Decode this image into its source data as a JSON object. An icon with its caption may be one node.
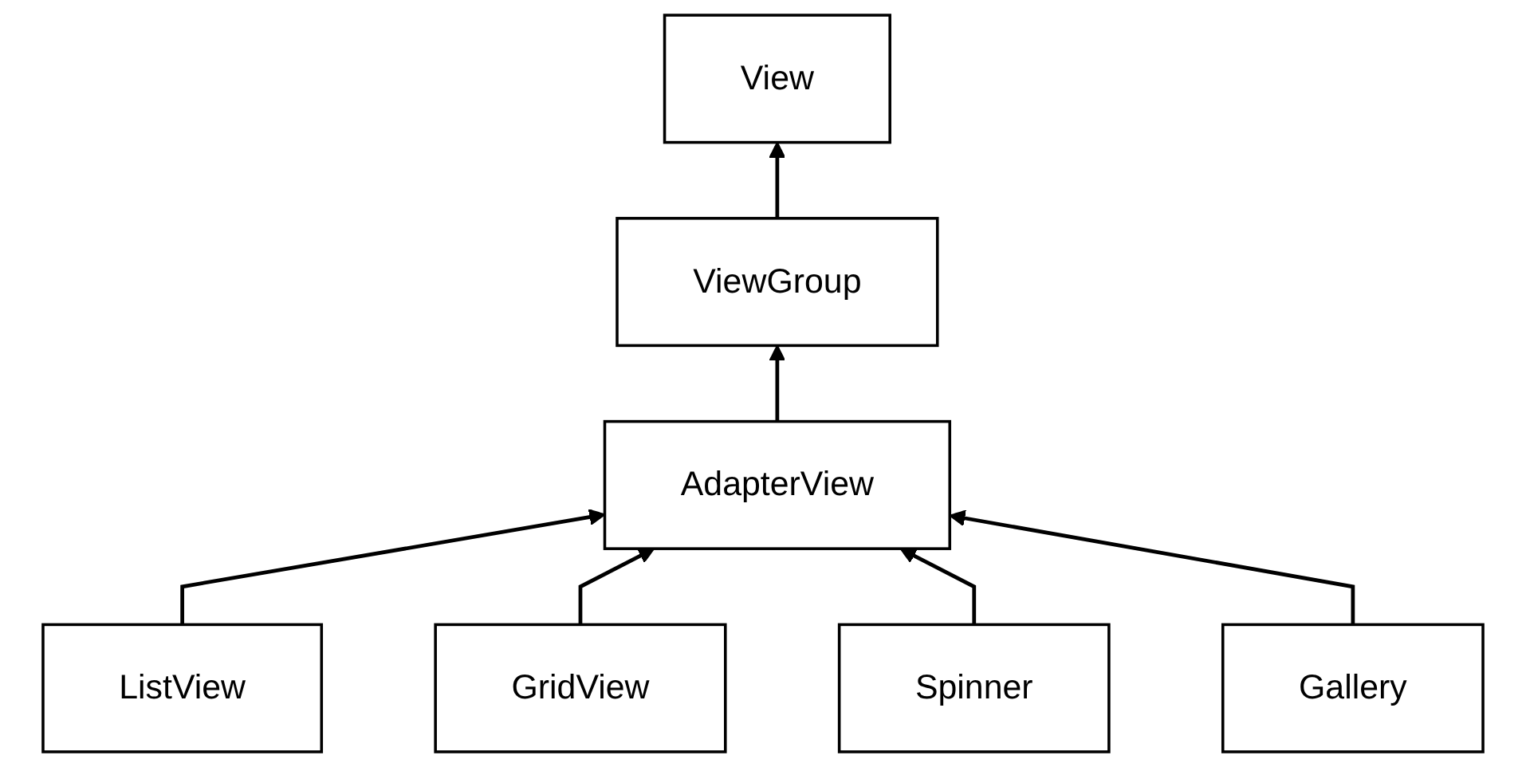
{
  "diagram": {
    "nodes": [
      {
        "text": [
          "View"
        ]
      },
      {
        "text": [
          "ViewGroup"
        ]
      },
      {
        "text": [
          "AdapterView"
        ]
      },
      {
        "text": [
          "ListView"
        ]
      },
      {
        "text": [
          "GridView"
        ]
      },
      {
        "text": [
          "Spinner"
        ]
      },
      {
        "text": [
          "Gallery"
        ]
      }
    ],
    "edges": [
      {
        "from": 1,
        "to": 0,
        "arrow": "to"
      },
      {
        "from": 2,
        "to": 1,
        "arrow": "to"
      },
      {
        "from": 3,
        "to": 2,
        "arrow": "to"
      },
      {
        "from": 4,
        "to": 2,
        "arrow": "to"
      },
      {
        "from": 5,
        "to": 2,
        "arrow": "to"
      },
      {
        "from": 6,
        "to": 2,
        "arrow": "to"
      }
    ]
  }
}
